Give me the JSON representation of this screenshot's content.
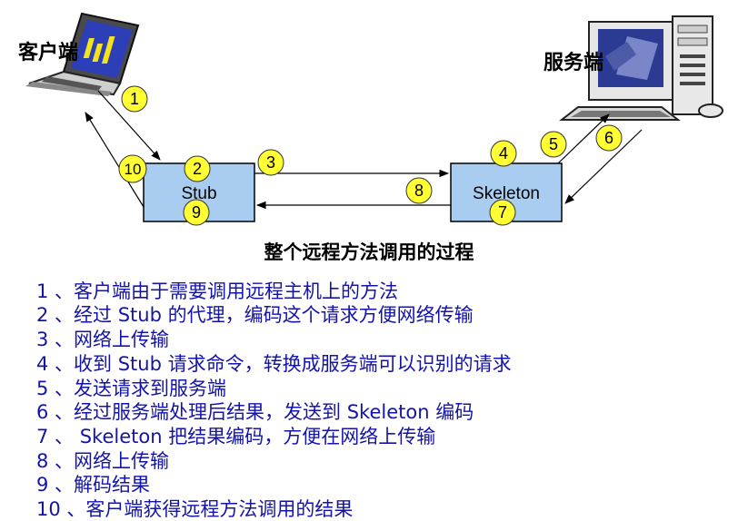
{
  "title": "整个远程方法调用的过程",
  "client": {
    "label": "客户端"
  },
  "server": {
    "label": "服务端"
  },
  "boxes": {
    "stub": "Stub",
    "skeleton": "Skeleton"
  },
  "badges": [
    "1",
    "2",
    "3",
    "4",
    "5",
    "6",
    "7",
    "8",
    "9",
    "10"
  ],
  "steps": [
    "1 、客户端由于需要调用远程主机上的方法",
    "2 、经过 Stub 的代理，编码这个请求方便网络传输",
    "3 、网络上传输",
    "4 、收到 Stub 请求命令，转换成服务端可以识别的请求",
    "5 、发送请求到服务端",
    "6 、经过服务端处理后结果，发送到 Skeleton 编码",
    "7 、 Skeleton 把结果编码，方便在网络上传输",
    "8 、网络上传输",
    "9 、解码结果",
    "10 、客户端获得远程方法调用的结果"
  ],
  "colors": {
    "box_fill": "#a9cdf0",
    "badge_fill": "#ffff33",
    "step_text": "#1414a8"
  }
}
